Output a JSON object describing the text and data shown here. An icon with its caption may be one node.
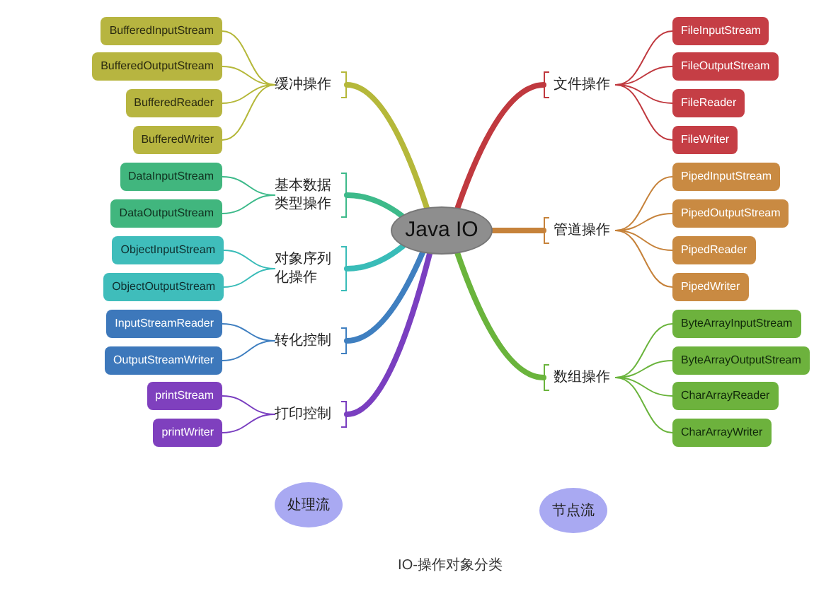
{
  "diagram": {
    "caption": "IO-操作对象分类",
    "nodes": [
      {
        "text": [
          "Java IO"
        ]
      },
      {
        "text": [
          "缓冲操作"
        ]
      },
      {
        "text": [
          "BufferedInputStream"
        ]
      },
      {
        "text": [
          "BufferedOutputStream"
        ]
      },
      {
        "text": [
          "BufferedReader"
        ]
      },
      {
        "text": [
          "BufferedWriter"
        ]
      },
      {
        "text": [
          "基本数据类型操作"
        ]
      },
      {
        "text": [
          "DataInputStream"
        ]
      },
      {
        "text": [
          "DataOutputStream"
        ]
      },
      {
        "text": [
          "对象序列化操作"
        ]
      },
      {
        "text": [
          "ObjectInputStream"
        ]
      },
      {
        "text": [
          "ObjectOutputStream"
        ]
      },
      {
        "text": [
          "转化控制"
        ]
      },
      {
        "text": [
          "InputStreamReader"
        ]
      },
      {
        "text": [
          "OutputStreamWriter"
        ]
      },
      {
        "text": [
          "打印控制"
        ]
      },
      {
        "text": [
          "printStream"
        ]
      },
      {
        "text": [
          "printWriter"
        ]
      },
      {
        "text": [
          "文件操作"
        ]
      },
      {
        "text": [
          "FileInputStream"
        ]
      },
      {
        "text": [
          "FileOutputStream"
        ]
      },
      {
        "text": [
          "FileReader"
        ]
      },
      {
        "text": [
          "FileWriter"
        ]
      },
      {
        "text": [
          "管道操作"
        ]
      },
      {
        "text": [
          "PipedInputStream"
        ]
      },
      {
        "text": [
          "PipedOutputStream"
        ]
      },
      {
        "text": [
          "PipedReader"
        ]
      },
      {
        "text": [
          "PipedWriter"
        ]
      },
      {
        "text": [
          "数组操作"
        ]
      },
      {
        "text": [
          "ByteArrayInputStream"
        ]
      },
      {
        "text": [
          "ByteArrayOutputStream"
        ]
      },
      {
        "text": [
          "CharArrayReader"
        ]
      },
      {
        "text": [
          "CharArrayWriter"
        ]
      },
      {
        "text": [
          "处理流"
        ]
      },
      {
        "text": [
          "节点流"
        ]
      }
    ],
    "edges": [
      {
        "from": 0,
        "to": 1,
        "arrow": "none",
        "style": "thick",
        "color": "#b5b83a"
      },
      {
        "from": 1,
        "to": 2,
        "arrow": "none",
        "color": "#b5b83a"
      },
      {
        "from": 1,
        "to": 3,
        "arrow": "none",
        "color": "#b5b83a"
      },
      {
        "from": 1,
        "to": 4,
        "arrow": "none",
        "color": "#b5b83a"
      },
      {
        "from": 1,
        "to": 5,
        "arrow": "none",
        "color": "#b5b83a"
      },
      {
        "from": 0,
        "to": 6,
        "arrow": "none",
        "style": "thick",
        "color": "#3dba8a"
      },
      {
        "from": 6,
        "to": 7,
        "arrow": "none",
        "color": "#3dba8a"
      },
      {
        "from": 6,
        "to": 8,
        "arrow": "none",
        "color": "#3dba8a"
      },
      {
        "from": 0,
        "to": 9,
        "arrow": "none",
        "style": "thick",
        "color": "#39bcb8"
      },
      {
        "from": 9,
        "to": 10,
        "arrow": "none",
        "color": "#39bcb8"
      },
      {
        "from": 9,
        "to": 11,
        "arrow": "none",
        "color": "#39bcb8"
      },
      {
        "from": 0,
        "to": 12,
        "arrow": "none",
        "style": "thick",
        "color": "#3f7fc0"
      },
      {
        "from": 12,
        "to": 13,
        "arrow": "none",
        "color": "#3f7fc0"
      },
      {
        "from": 12,
        "to": 14,
        "arrow": "none",
        "color": "#3f7fc0"
      },
      {
        "from": 0,
        "to": 15,
        "arrow": "none",
        "style": "thick",
        "color": "#7a3fc0"
      },
      {
        "from": 15,
        "to": 16,
        "arrow": "none",
        "color": "#7a3fc0"
      },
      {
        "from": 15,
        "to": 17,
        "arrow": "none",
        "color": "#7a3fc0"
      },
      {
        "from": 0,
        "to": 18,
        "arrow": "none",
        "style": "thick",
        "color": "#c0393f"
      },
      {
        "from": 18,
        "to": 19,
        "arrow": "none",
        "color": "#c0393f"
      },
      {
        "from": 18,
        "to": 20,
        "arrow": "none",
        "color": "#c0393f"
      },
      {
        "from": 18,
        "to": 21,
        "arrow": "none",
        "color": "#c0393f"
      },
      {
        "from": 18,
        "to": 22,
        "arrow": "none",
        "color": "#c0393f"
      },
      {
        "from": 0,
        "to": 23,
        "arrow": "none",
        "style": "thick",
        "color": "#c6823a"
      },
      {
        "from": 23,
        "to": 24,
        "arrow": "none",
        "color": "#c6823a"
      },
      {
        "from": 23,
        "to": 25,
        "arrow": "none",
        "color": "#c6823a"
      },
      {
        "from": 23,
        "to": 26,
        "arrow": "none",
        "color": "#c6823a"
      },
      {
        "from": 23,
        "to": 27,
        "arrow": "none",
        "color": "#c6823a"
      },
      {
        "from": 0,
        "to": 28,
        "arrow": "none",
        "style": "thick",
        "color": "#6ab43c"
      },
      {
        "from": 28,
        "to": 29,
        "arrow": "none",
        "color": "#6ab43c"
      },
      {
        "from": 28,
        "to": 30,
        "arrow": "none",
        "color": "#6ab43c"
      },
      {
        "from": 28,
        "to": 31,
        "arrow": "none",
        "color": "#6ab43c"
      },
      {
        "from": 28,
        "to": 32,
        "arrow": "none",
        "color": "#6ab43c"
      }
    ]
  }
}
